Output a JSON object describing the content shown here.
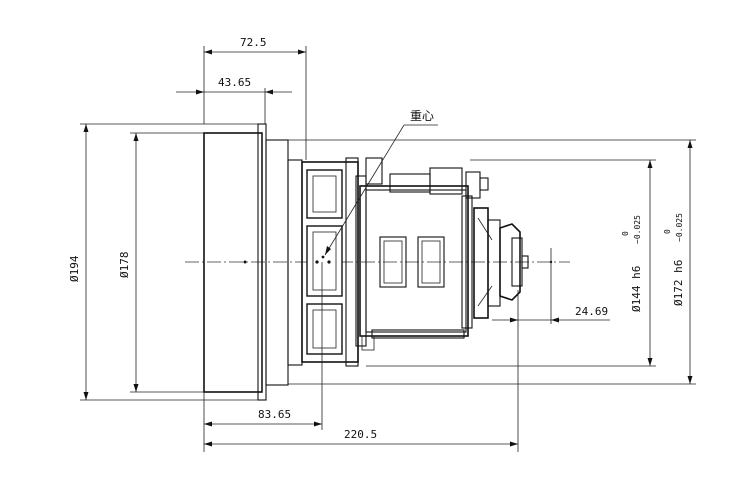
{
  "dimensions": {
    "width_725": "72.5",
    "width_4365": "43.65",
    "cog_label": "重心",
    "dia_194": "194",
    "dia_178": "178",
    "dia_144_base": "144 h6",
    "dia_144_upper": "0",
    "dia_144_lower": "−0.025",
    "dia_172_base": "172 h6",
    "dia_172_upper": "0",
    "dia_172_lower": "−0.025",
    "dist_2469": "24.69",
    "dist_8365": "83.65",
    "dist_2205": "220.5",
    "diameter_symbol": "Ø"
  },
  "colors": {
    "line": "#111111",
    "background": "#ffffff"
  }
}
